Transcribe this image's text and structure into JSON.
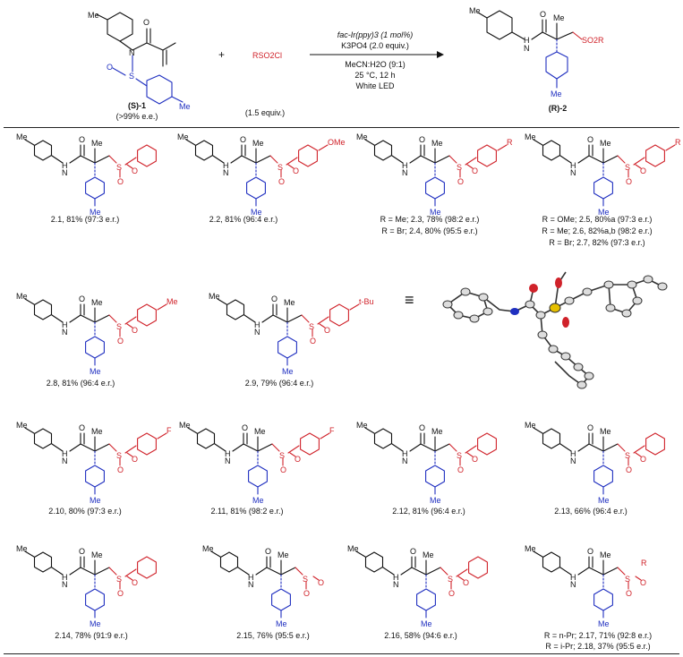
{
  "scheme": {
    "reactant_label": "(S)-1",
    "reactant_ee": "(>99% e.e.)",
    "reagent": "RSO2Cl",
    "reagent_equiv": "(1.5 equiv.)",
    "plus": "+",
    "conditions": [
      "fac-Ir(ppy)3 (1 mol%)",
      "K3PO4 (2.0 equiv.)",
      "MeCN:H2O (9:1)",
      "25 °C, 12 h",
      "White LED"
    ],
    "product_label": "(R)-2"
  },
  "atoms": {
    "Me": "Me",
    "O": "O",
    "N": "N",
    "S": "S",
    "H": "H",
    "F": "F",
    "R": "R",
    "OMe": "OMe",
    "tBu": "t-Bu",
    "SO2R": "SO2R"
  },
  "products": [
    {
      "id": "2.1",
      "caption": "2.1, 81% (97:3 e.r.)"
    },
    {
      "id": "2.2",
      "caption": "2.2, 81% (96:4 e.r.)"
    },
    {
      "id": "2.3",
      "lines": [
        "R = Me; 2.3, 78% (98:2 e.r.)",
        "R = Br; 2.4, 80% (95:5 e.r.)"
      ]
    },
    {
      "id": "2.5",
      "lines": [
        "R = OMe; 2.5, 80%a (97:3 e.r.)",
        "R = Me; 2.6, 82%a,b (98:2 e.r.)",
        "R = Br; 2.7, 82% (97:3 e.r.)"
      ]
    },
    {
      "id": "2.8",
      "caption": "2.8, 81% (96:4 e.r.)"
    },
    {
      "id": "2.9",
      "caption": "2.9, 79% (96:4 e.r.)"
    },
    {
      "id": "2.10",
      "caption": "2.10, 80% (97:3 e.r.)"
    },
    {
      "id": "2.11",
      "caption": "2.11, 81% (98:2 e.r.)"
    },
    {
      "id": "2.12",
      "caption": "2.12, 81% (96:4 e.r.)"
    },
    {
      "id": "2.13",
      "caption": "2.13, 66% (96:4 e.r.)"
    },
    {
      "id": "2.14",
      "caption": "2.14, 78% (91:9 e.r.)"
    },
    {
      "id": "2.15",
      "caption": "2.15, 76% (95:5 e.r.)"
    },
    {
      "id": "2.16",
      "caption": "2.16, 58% (94:6 e.r.)"
    },
    {
      "id": "2.17",
      "lines": [
        "R = n-Pr; 2.17, 71% (92:8 e.r.)",
        "R = i-Pr; 2.18, 37% (95:5 e.r.)"
      ]
    }
  ],
  "equiv_symbol": "≡",
  "colors": {
    "red": "#d0222a",
    "blue": "#1f2fc0",
    "black": "#111111"
  }
}
